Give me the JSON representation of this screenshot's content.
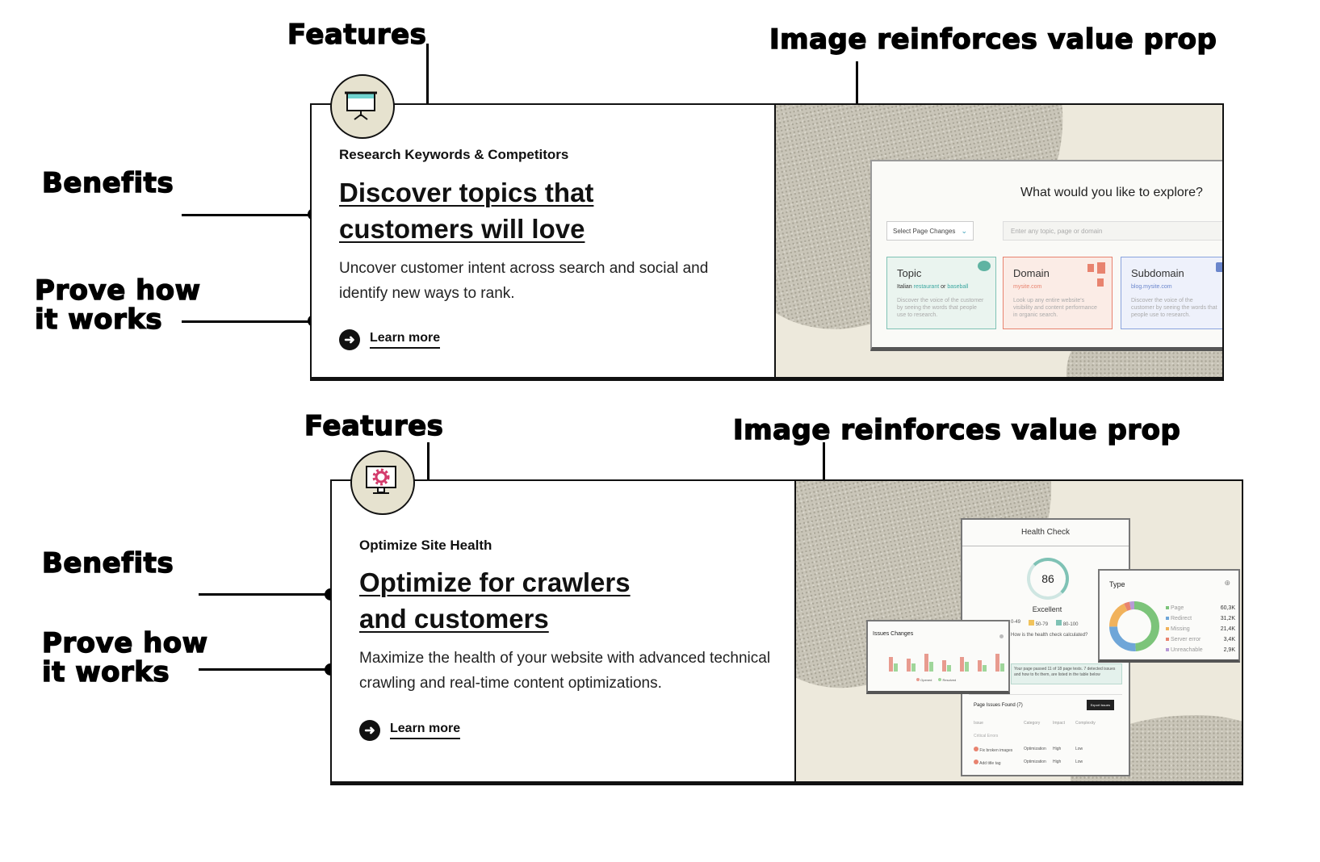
{
  "annotations": {
    "features": "Features",
    "image_value": "Image reinforces value prop",
    "benefits": "Benefits",
    "prove": "Prove how it works"
  },
  "cards": [
    {
      "eyebrow": "Research Keywords & Competitors",
      "headline_line1": "Discover topics that",
      "headline_line2": "customers will love",
      "body_line1": "Uncover customer intent across search and social and",
      "body_line2": "identify new ways to rank.",
      "cta": "Learn more",
      "icon": "presentation-board-icon",
      "mockup": {
        "question": "What would you like to explore?",
        "select_label": "Select Page Changes",
        "input_placeholder": "Enter any topic, page or domain",
        "tiles": [
          {
            "title": "Topic",
            "sub_a": "Italian",
            "sub_b": "restaurant",
            "sub_c": "or",
            "sub_d": "baseball",
            "desc": "Discover the voice of the customer by seeing the words that people use to research.",
            "color": "#7fc2b5"
          },
          {
            "title": "Domain",
            "sub_a": "mysite.com",
            "desc": "Look up any entire website's visibility and content performance in organic search.",
            "color": "#e8836f"
          },
          {
            "title": "Subdomain",
            "sub_a": "blog.mysite.com",
            "desc": "Discover the voice of the customer by seeing the words that people use to research.",
            "color": "#8aa3de"
          }
        ]
      }
    },
    {
      "eyebrow": "Optimize Site Health",
      "headline_line1": "Optimize for crawlers",
      "headline_line2": "and customers",
      "body_line1": "Maximize the health of your website with advanced technical",
      "body_line2": "crawling and real-time content optimizations.",
      "cta": "Learn more",
      "icon": "monitor-gear-icon",
      "mockup": {
        "health_title": "Health Check",
        "score": "86",
        "score_label": "Excellent",
        "legend": [
          "0-49",
          "50-79",
          "80-100"
        ],
        "how_calc": "How is the health check calculated?",
        "issues_title": "Issues Changes",
        "issues_legend": [
          "Opened",
          "Resolved"
        ],
        "passed_note": "Your page passed 11 of 18 page tests. 7 detected issues and how to fix them, are listed in the table below",
        "found_title": "Page Issues Found (7)",
        "export_label": "Export Issues",
        "cols": [
          "Issue",
          "Category",
          "Impact",
          "Complexity"
        ],
        "group": "Critical Errors",
        "rows": [
          {
            "issue": "Fix broken images",
            "category": "Optimization",
            "impact": "High",
            "complexity": "Low"
          },
          {
            "issue": "Add title tag",
            "category": "Optimization",
            "impact": "High",
            "complexity": "Low"
          }
        ],
        "type_title": "Type",
        "type_items": [
          {
            "name": "Page",
            "value": "60,3K",
            "color": "#7cc47a"
          },
          {
            "name": "Redirect",
            "value": "31,2K",
            "color": "#6fa6d8"
          },
          {
            "name": "Missing",
            "value": "21,4K",
            "color": "#f1b25c"
          },
          {
            "name": "Server error",
            "value": "3,4K",
            "color": "#e8836f"
          },
          {
            "name": "Unreachable",
            "value": "2,9K",
            "color": "#b79ad6"
          }
        ]
      }
    }
  ]
}
